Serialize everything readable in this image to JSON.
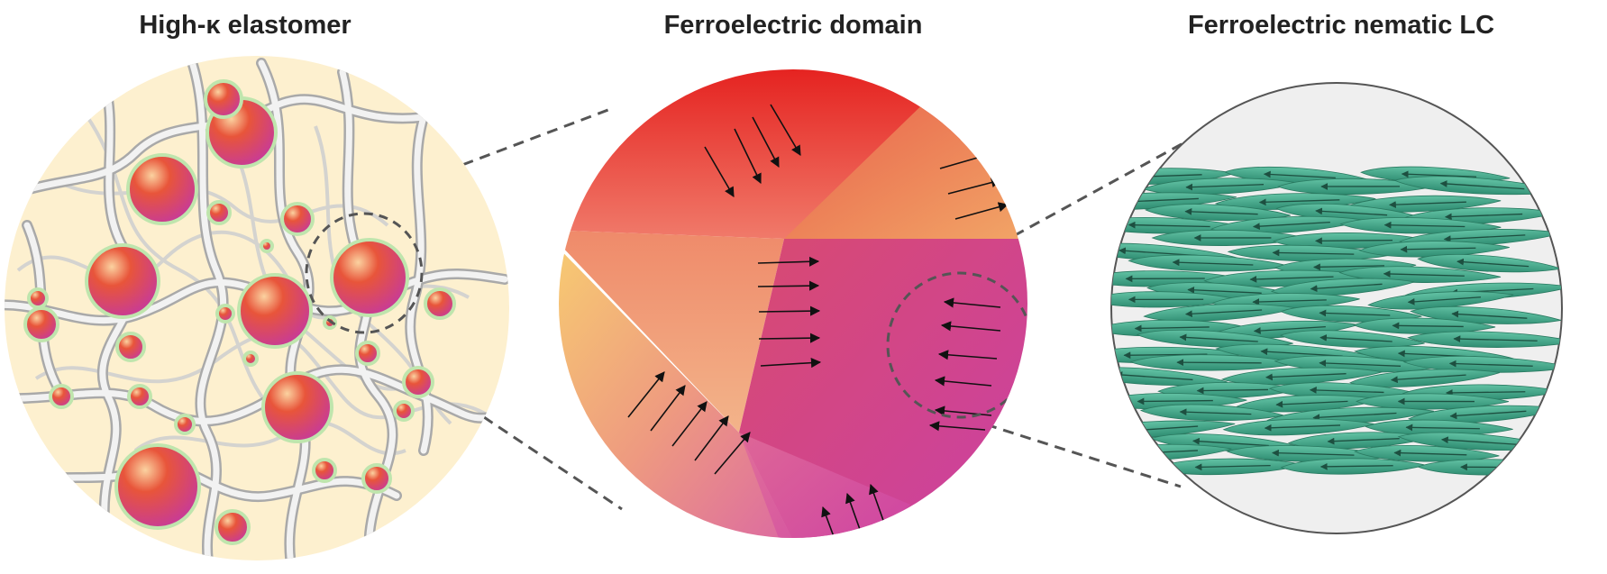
{
  "panels": [
    {
      "title": "High-κ elastomer"
    },
    {
      "title": "Ferroelectric domain"
    },
    {
      "title": "Ferroelectric nematic LC"
    }
  ],
  "colors": {
    "background": "#ffffff",
    "elastomer_bg": "#fdf0cf",
    "particle_core": "#e8553a",
    "particle_edge": "#c73a9a",
    "particle_shell": "#b9e3a8",
    "fiber": "#d4d4d4",
    "domain_red": "#e31b1b",
    "domain_orange": "#f0a070",
    "domain_magenta": "#cc44a8",
    "lc_molecule": "#3fa88a",
    "lc_bg": "#efefef",
    "connector": "#555555"
  },
  "icons": [
    "polymer-fiber-network",
    "dielectric-particle",
    "polarization-arrow",
    "nematic-molecule"
  ]
}
